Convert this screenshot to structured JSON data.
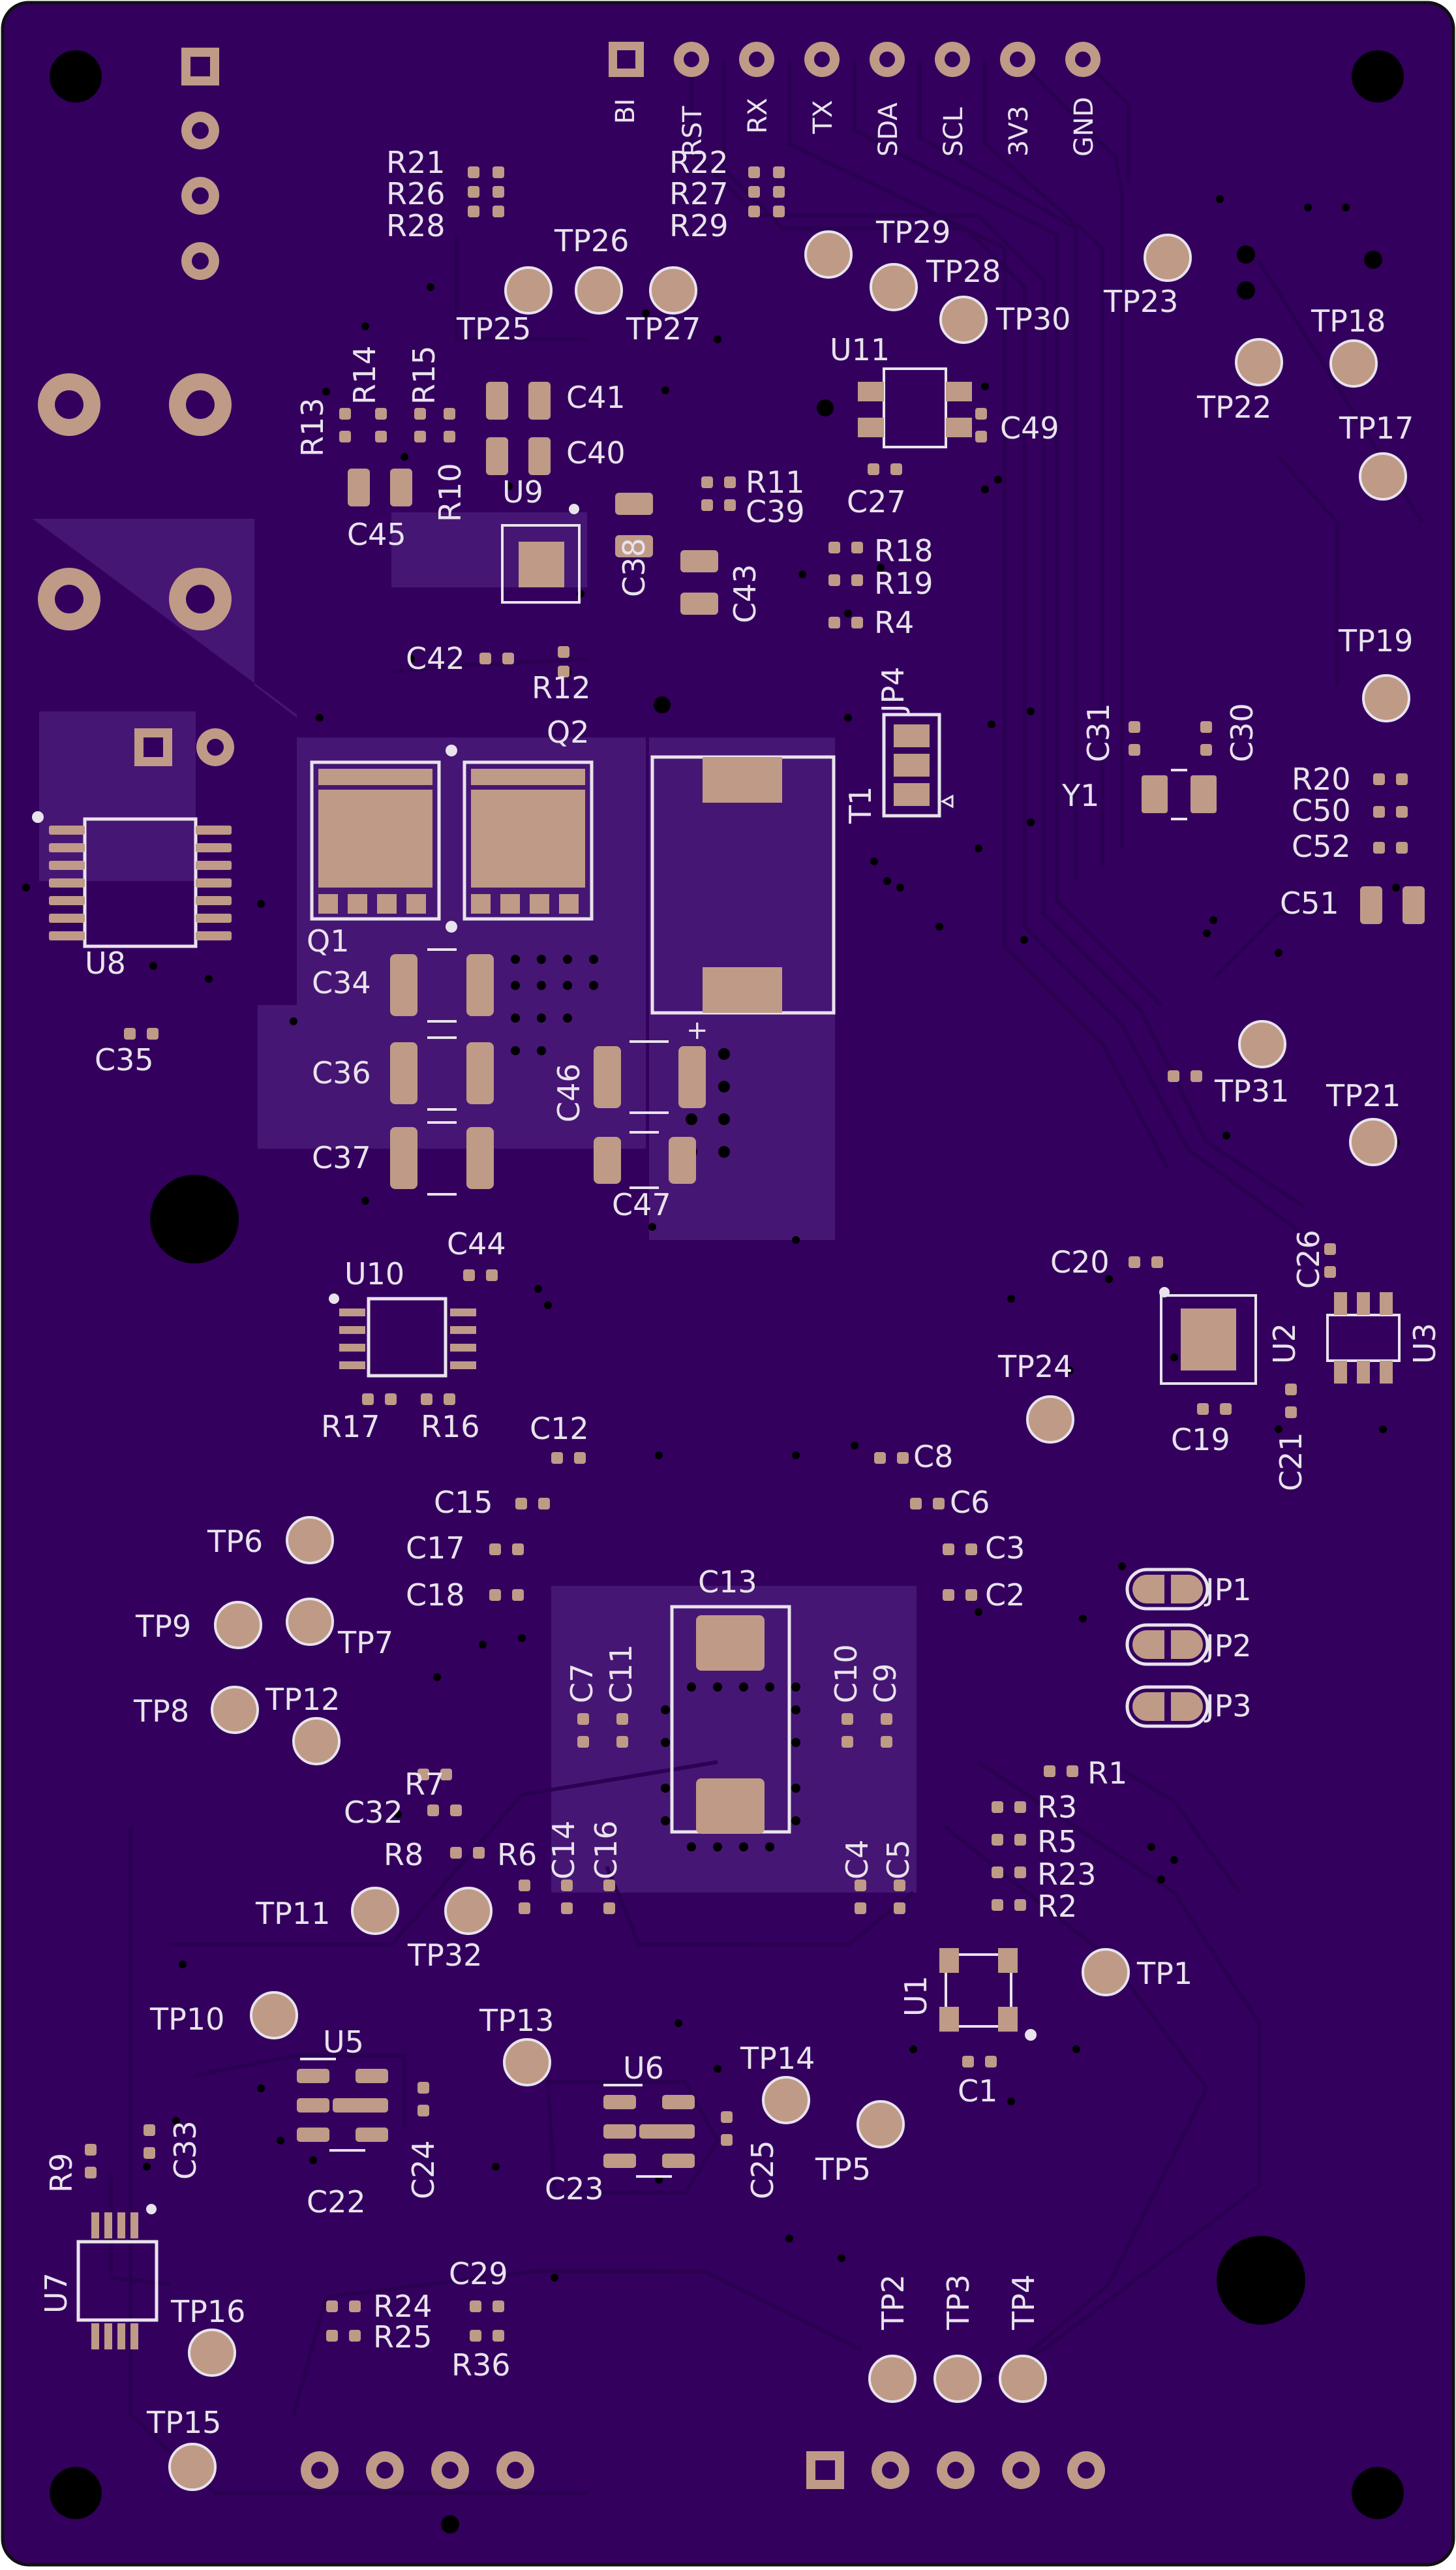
{
  "colors": {
    "board": "#33005e",
    "board_light": "#4a1a78",
    "copper": "#bf9a87",
    "silkscreen": "#e8e3ec",
    "hole": "#000000"
  },
  "header_pins": [
    "BI",
    "RST",
    "RX",
    "TX",
    "SDA",
    "SCL",
    "3V3",
    "GND"
  ],
  "components": [
    {
      "ref": "R21"
    },
    {
      "ref": "R26"
    },
    {
      "ref": "R28"
    },
    {
      "ref": "R22"
    },
    {
      "ref": "R27"
    },
    {
      "ref": "R29"
    },
    {
      "ref": "TP25"
    },
    {
      "ref": "TP26"
    },
    {
      "ref": "TP27"
    },
    {
      "ref": "TP29"
    },
    {
      "ref": "TP28"
    },
    {
      "ref": "TP30"
    },
    {
      "ref": "TP23"
    },
    {
      "ref": "R13"
    },
    {
      "ref": "R14"
    },
    {
      "ref": "R15"
    },
    {
      "ref": "R10"
    },
    {
      "ref": "C41"
    },
    {
      "ref": "C40"
    },
    {
      "ref": "U9"
    },
    {
      "ref": "C45"
    },
    {
      "ref": "R11"
    },
    {
      "ref": "C39"
    },
    {
      "ref": "C38"
    },
    {
      "ref": "C43"
    },
    {
      "ref": "U11"
    },
    {
      "ref": "C49"
    },
    {
      "ref": "C27"
    },
    {
      "ref": "R18"
    },
    {
      "ref": "R19"
    },
    {
      "ref": "R4"
    },
    {
      "ref": "TP22"
    },
    {
      "ref": "TP18"
    },
    {
      "ref": "TP17"
    },
    {
      "ref": "TP19"
    },
    {
      "ref": "C42"
    },
    {
      "ref": "R12"
    },
    {
      "ref": "Q2"
    },
    {
      "ref": "Q1"
    },
    {
      "ref": "JP4"
    },
    {
      "ref": "T1"
    },
    {
      "ref": "C31"
    },
    {
      "ref": "C30"
    },
    {
      "ref": "Y1"
    },
    {
      "ref": "R20"
    },
    {
      "ref": "C50"
    },
    {
      "ref": "C52"
    },
    {
      "ref": "C51"
    },
    {
      "ref": "U8"
    },
    {
      "ref": "C35"
    },
    {
      "ref": "C34"
    },
    {
      "ref": "C36"
    },
    {
      "ref": "C37"
    },
    {
      "ref": "C46"
    },
    {
      "ref": "C47"
    },
    {
      "ref": "TP31"
    },
    {
      "ref": "TP21"
    },
    {
      "ref": "U10"
    },
    {
      "ref": "C44"
    },
    {
      "ref": "R17"
    },
    {
      "ref": "R16"
    },
    {
      "ref": "C20"
    },
    {
      "ref": "C26"
    },
    {
      "ref": "U2"
    },
    {
      "ref": "U3"
    },
    {
      "ref": "C19"
    },
    {
      "ref": "C21"
    },
    {
      "ref": "TP24"
    },
    {
      "ref": "C12"
    },
    {
      "ref": "C8"
    },
    {
      "ref": "C15"
    },
    {
      "ref": "C6"
    },
    {
      "ref": "C17"
    },
    {
      "ref": "C3"
    },
    {
      "ref": "C18"
    },
    {
      "ref": "C2"
    },
    {
      "ref": "TP6"
    },
    {
      "ref": "TP9"
    },
    {
      "ref": "TP7"
    },
    {
      "ref": "TP8"
    },
    {
      "ref": "TP12"
    },
    {
      "ref": "C13"
    },
    {
      "ref": "C7"
    },
    {
      "ref": "C11"
    },
    {
      "ref": "C10"
    },
    {
      "ref": "C9"
    },
    {
      "ref": "JP1"
    },
    {
      "ref": "JP2"
    },
    {
      "ref": "JP3"
    },
    {
      "ref": "R1"
    },
    {
      "ref": "R3"
    },
    {
      "ref": "R5"
    },
    {
      "ref": "R23"
    },
    {
      "ref": "R2"
    },
    {
      "ref": "R7"
    },
    {
      "ref": "C32"
    },
    {
      "ref": "R8"
    },
    {
      "ref": "R6"
    },
    {
      "ref": "C14"
    },
    {
      "ref": "C16"
    },
    {
      "ref": "C4"
    },
    {
      "ref": "C5"
    },
    {
      "ref": "TP11"
    },
    {
      "ref": "TP32"
    },
    {
      "ref": "TP1"
    },
    {
      "ref": "U1"
    },
    {
      "ref": "TP10"
    },
    {
      "ref": "U5"
    },
    {
      "ref": "TP13"
    },
    {
      "ref": "U6"
    },
    {
      "ref": "TP14"
    },
    {
      "ref": "C1"
    },
    {
      "ref": "TP5"
    },
    {
      "ref": "C24"
    },
    {
      "ref": "C22"
    },
    {
      "ref": "C23"
    },
    {
      "ref": "C25"
    },
    {
      "ref": "R9"
    },
    {
      "ref": "C33"
    },
    {
      "ref": "U7"
    },
    {
      "ref": "TP16"
    },
    {
      "ref": "C29"
    },
    {
      "ref": "R24"
    },
    {
      "ref": "R25"
    },
    {
      "ref": "R36"
    },
    {
      "ref": "TP2"
    },
    {
      "ref": "TP3"
    },
    {
      "ref": "TP4"
    },
    {
      "ref": "TP15"
    }
  ]
}
